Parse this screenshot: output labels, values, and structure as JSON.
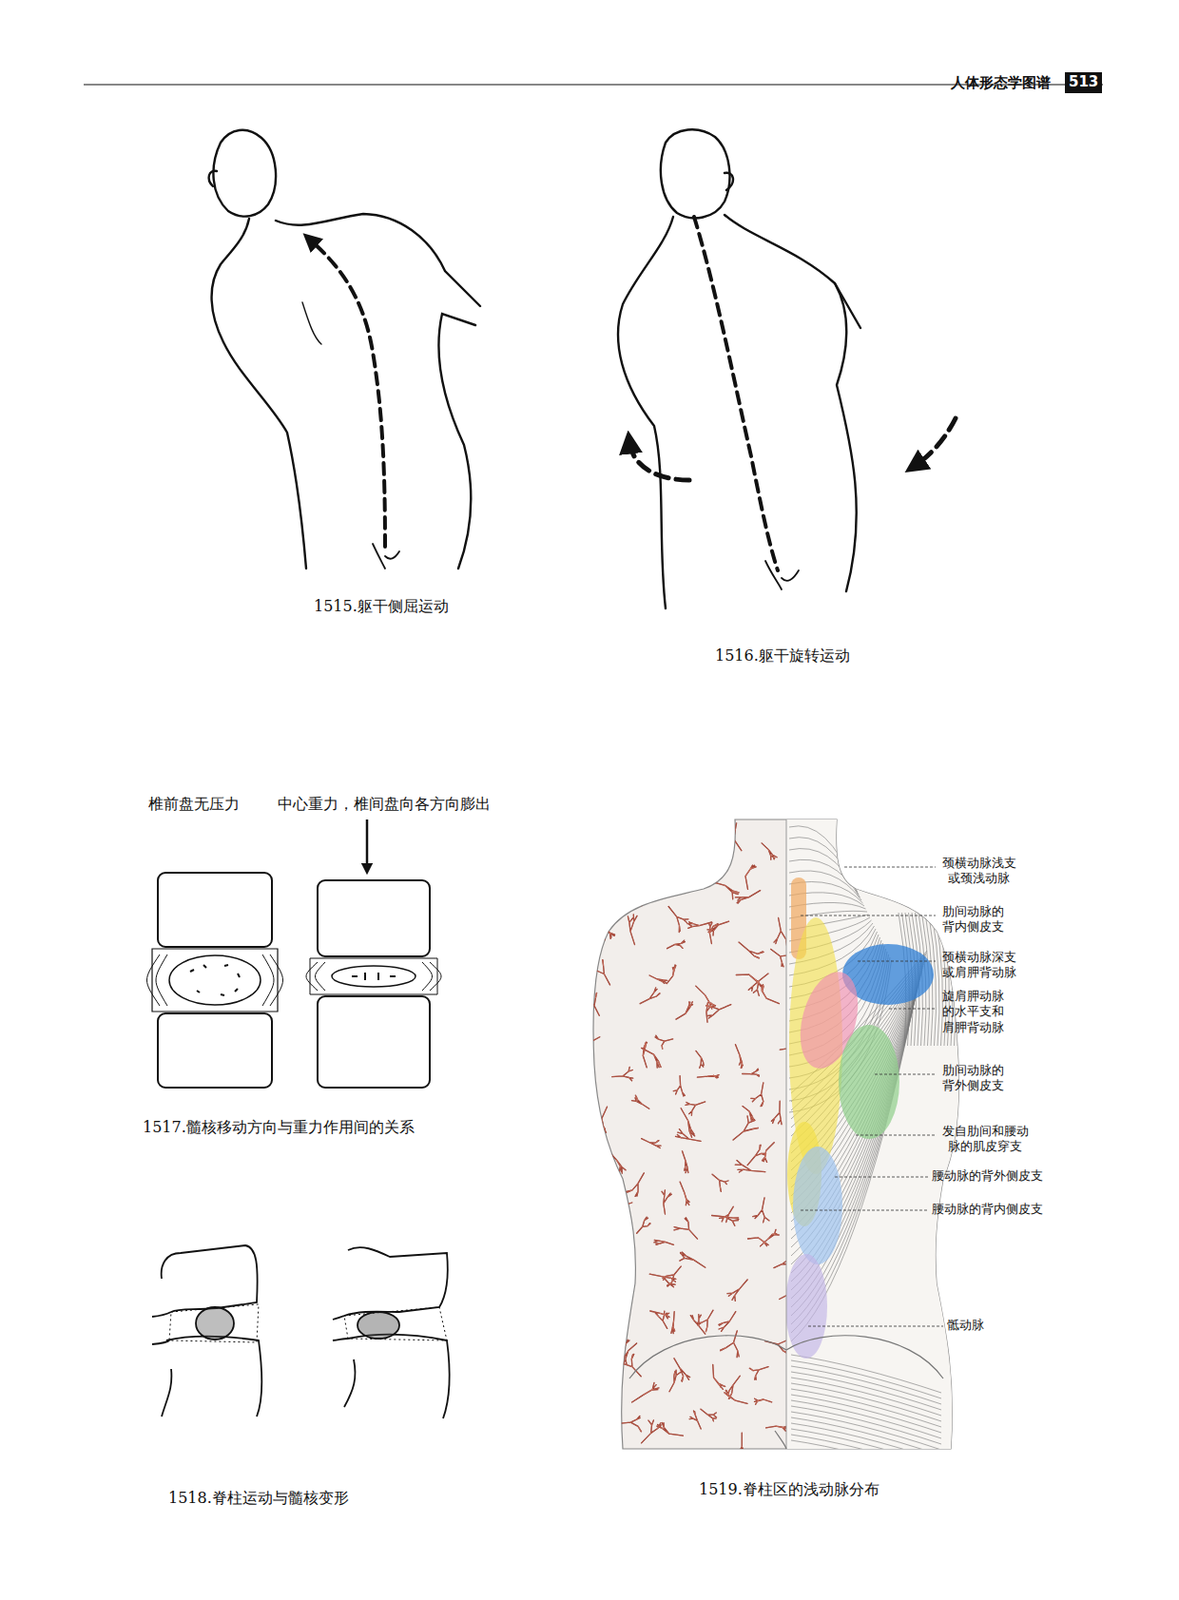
{
  "diagram": {
    "labels": [
      "人体形态学图谱",
      "513",
      "1515.躯干侧屈运动",
      "1516.躯干旋转运动",
      "椎前盘无压力",
      "中心重力，椎间盘向各方向膨出",
      "1517.髓核移动方向与重力作用间的关系",
      "1518.脊柱运动与髓核变形",
      "颈横动脉浅支 或颈浅动脉",
      "肋间动脉的 背内侧皮支",
      "颈横动脉深支 或肩胛背动脉",
      "旋肩胛动脉 的水平支和 肩胛背动脉",
      "肋间动脉的 背外侧皮支",
      "发自肋间和腰动 脉的肌皮穿支",
      "腰动脉的背外侧皮支",
      "腰动脉的背内侧皮支",
      "骶动脉",
      "1519.脊柱区的浅动脉分布"
    ]
  }
}
